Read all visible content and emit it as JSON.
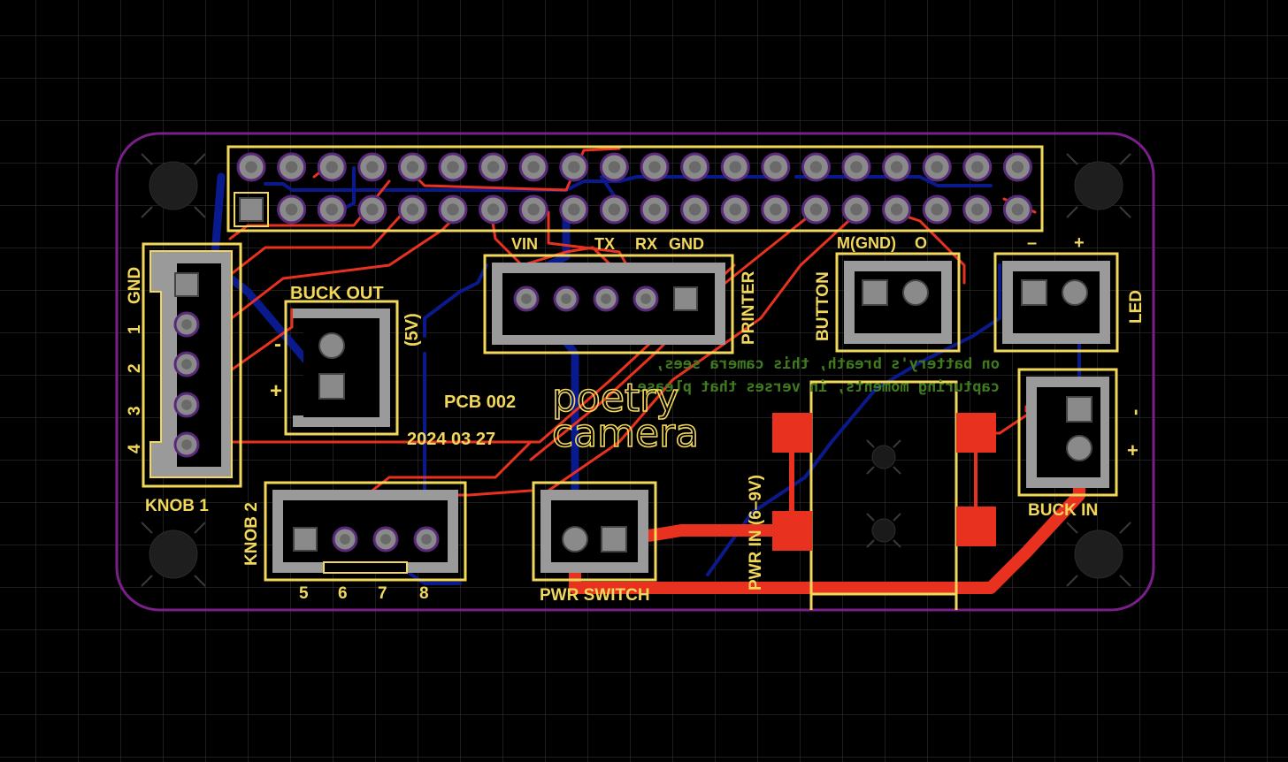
{
  "colors": {
    "background": "#000000",
    "grid": "#3a3a3a",
    "outline": "#7a1f8a",
    "silkscreen": "#f2d85a",
    "top_copper": "#e8321f",
    "bottom_copper": "#0a1a8c",
    "connector_body": "#9a9a9a",
    "pad": "#8a8a8a",
    "back_silk": "#3f7a1e"
  },
  "labels": {
    "gnd": "GND",
    "knob1_pins": [
      "1",
      "2",
      "3",
      "4"
    ],
    "knob1": "KNOB 1",
    "knob2": "KNOB 2",
    "knob2_pins": [
      "5",
      "6",
      "7",
      "8"
    ],
    "buck_out": "BUCK OUT",
    "five_v": "(5V)",
    "minus": "-",
    "plus": "+",
    "vin": "VIN",
    "tx": "TX",
    "rx": "RX",
    "gnd_printer": "GND",
    "printer": "PRINTER",
    "button": "BUTTON",
    "m_gnd": "M(GND)",
    "o": "O",
    "led_minus": "–",
    "led_plus": "+",
    "led": "LED",
    "pcb": "PCB 002",
    "date": "2024 03 27",
    "logo_line1": "poetry",
    "logo_line2": "camera",
    "back_line1": "on battery's breath, this camera sees,",
    "back_line2": "capturing moments, in verses that please",
    "pwr_in": "PWR IN (6–9V)",
    "pwr_switch": "PWR SWITCH",
    "buck_in": "BUCK IN",
    "buck_in_minus": "-",
    "buck_in_plus": "+"
  }
}
